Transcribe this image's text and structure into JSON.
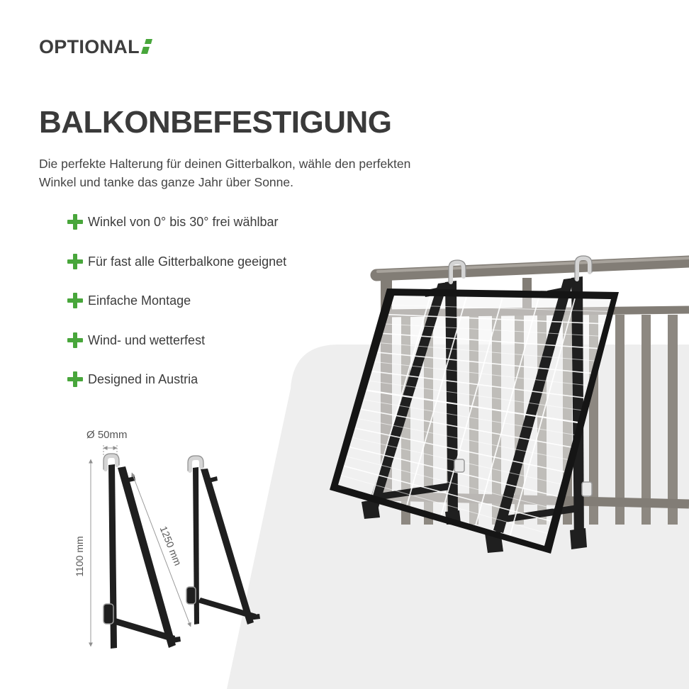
{
  "brand": {
    "name": "OPTIONAL",
    "logo_mark": "green-slash-mark"
  },
  "heading": "BALKONBEFESTIGUNG",
  "description": [
    "Die perfekte Halterung für deinen Gitterbalkon, wähle den perfekten",
    "Winkel und tanke das ganze Jahr über Sonne."
  ],
  "features": [
    {
      "icon": "plus-icon",
      "label": "Winkel von 0° bis 30° frei wählbar"
    },
    {
      "icon": "plus-icon",
      "label": "Für fast alle Gitterbalkone geeignet"
    },
    {
      "icon": "plus-icon",
      "label": "Einfache Montage"
    },
    {
      "icon": "plus-icon",
      "label": "Wind- und wetterfest"
    },
    {
      "icon": "plus-icon",
      "label": "Designed in Austria"
    }
  ],
  "dimensions": {
    "pipe_diameter": "Ø 50mm",
    "height": "1100 mm",
    "arm_length": "1250 mm"
  },
  "colors": {
    "text": "#3a3a3a",
    "accent": "#48a63b",
    "bg": "#ffffff",
    "backdrop": "#eeeeee",
    "bracket": "#1f1f1f",
    "railing": "#827d76"
  }
}
